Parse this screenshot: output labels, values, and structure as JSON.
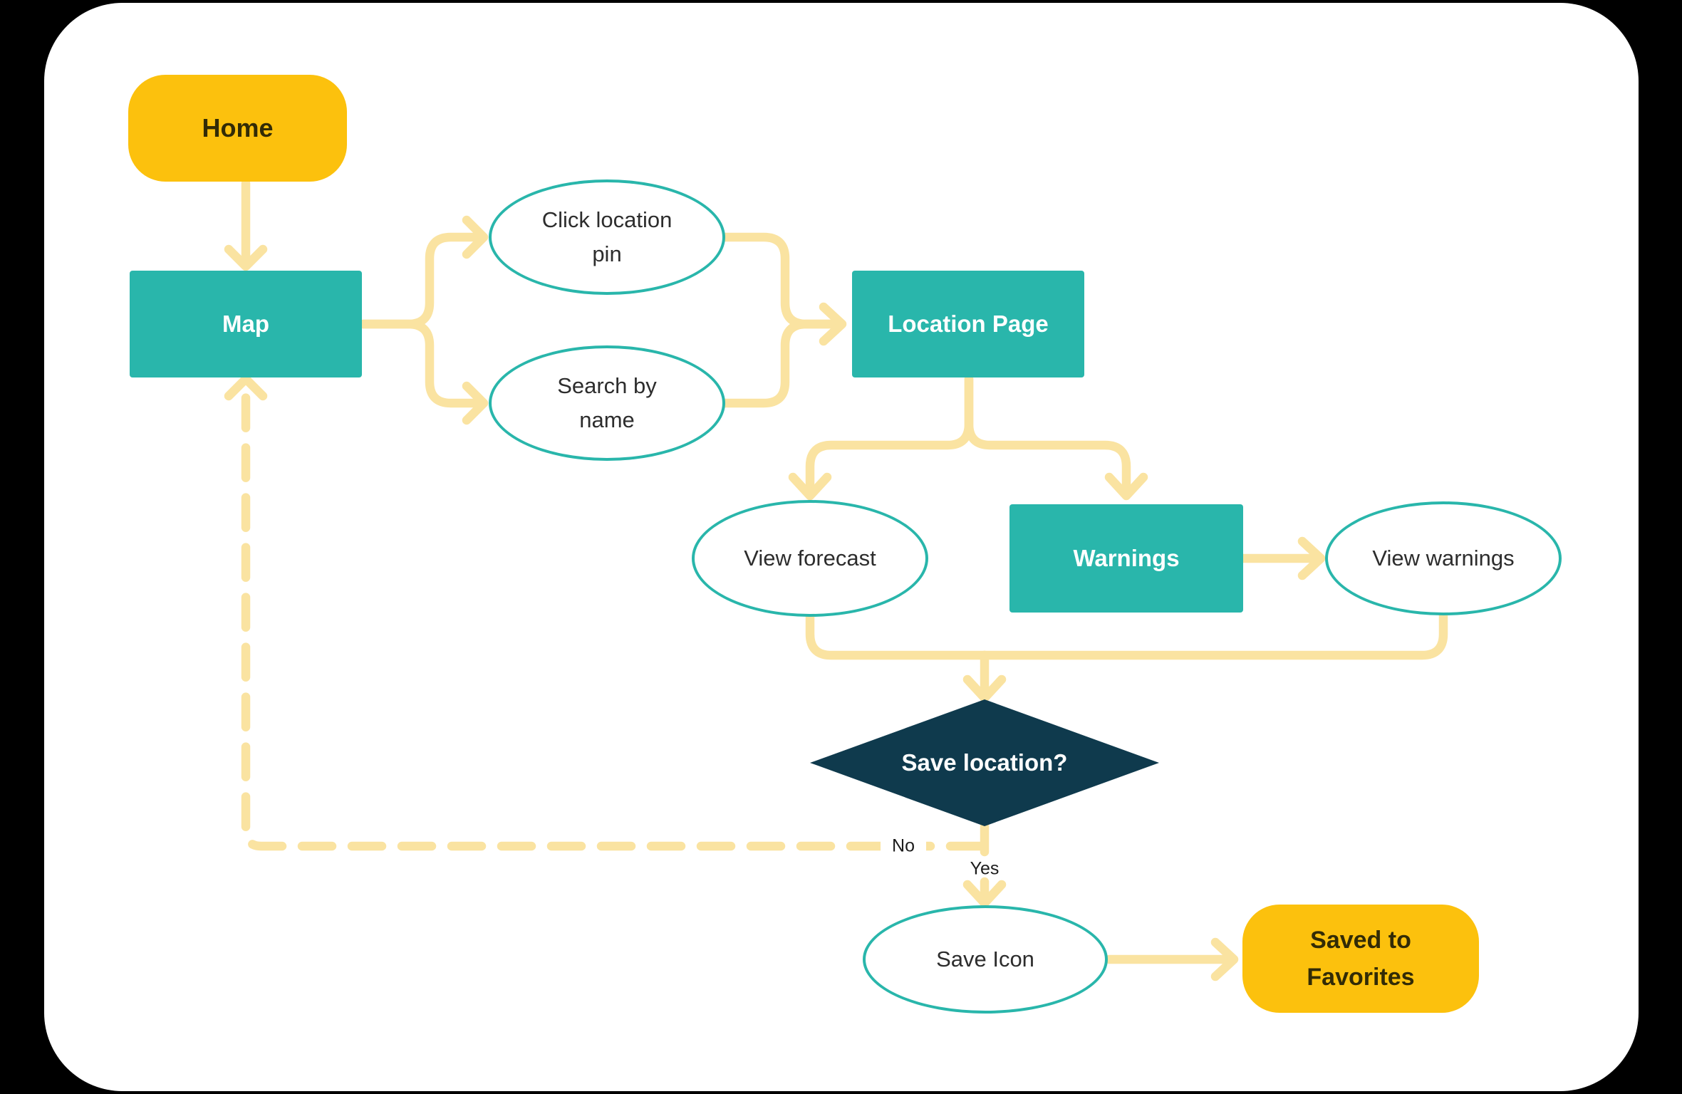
{
  "canvas": {
    "background": "#000000",
    "card_background": "#FFFFFF"
  },
  "colors": {
    "terminal_yellow": "#FCC10D",
    "process_teal": "#29B6AB",
    "decision_navy": "#0F3A4D",
    "connector_yellow": "#FAE3A1",
    "ellipse_border_teal": "#29B6AB",
    "dark_text": "#2D2D2D",
    "terminal_text": "#322B06",
    "white_text": "#FFFFFF"
  },
  "nodes": {
    "home": {
      "label": "Home"
    },
    "map": {
      "label": "Map"
    },
    "click_pin": {
      "line1": "Click location",
      "line2": "pin"
    },
    "search_name": {
      "line1": "Search by",
      "line2": "name"
    },
    "location_page": {
      "label": "Location Page"
    },
    "view_forecast": {
      "label": "View forecast"
    },
    "warnings": {
      "label": "Warnings"
    },
    "view_warnings": {
      "label": "View warnings"
    },
    "save_location": {
      "label": "Save location?"
    },
    "save_icon": {
      "label": "Save Icon"
    },
    "saved_favorites": {
      "line1": "Saved to",
      "line2": "Favorites"
    }
  },
  "edges": {
    "no_label": "No",
    "yes_label": "Yes"
  }
}
